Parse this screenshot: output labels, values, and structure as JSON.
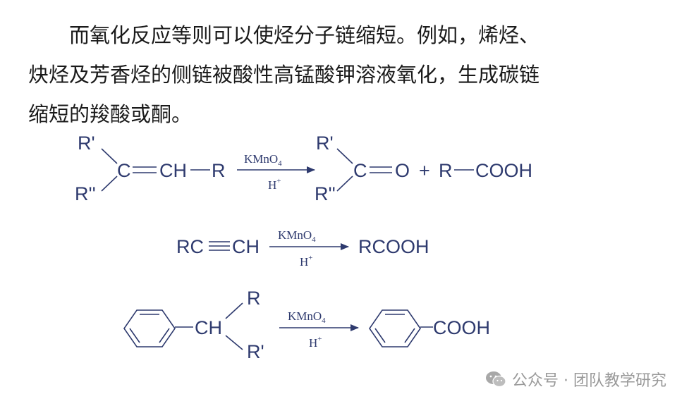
{
  "paragraph": {
    "lines": [
      "而氧化反应等则可以使烃分子链缩短。例如，烯烃、",
      "炔烃及芳香烃的侧链被酸性高锰酸钾溶液氧化，生成碳链",
      "缩短的羧酸或酮。"
    ]
  },
  "reactions": {
    "reagent": "KMnO",
    "reagent_sub": "4",
    "condition": "H",
    "condition_sup": "+",
    "r1": {
      "r_prime": "R'",
      "r_double_prime": "R''",
      "carbon": "C",
      "ch": "CH",
      "r": "R",
      "product_carbon": "C",
      "oxygen": "O",
      "plus": "+",
      "acid_r": "R",
      "acid": "COOH"
    },
    "r2": {
      "rc": "RC",
      "ch": "CH",
      "product": "RCOOH"
    },
    "r3": {
      "ch": "CH",
      "r": "R",
      "r_prime": "R'",
      "product": "COOH"
    }
  },
  "watermark": {
    "text": "公众号 · 团队教学研究",
    "icon": "wechat-icon"
  },
  "colors": {
    "text": "#1a1a1a",
    "chem": "#2e3a6e",
    "watermark": "#9a9a9a"
  }
}
